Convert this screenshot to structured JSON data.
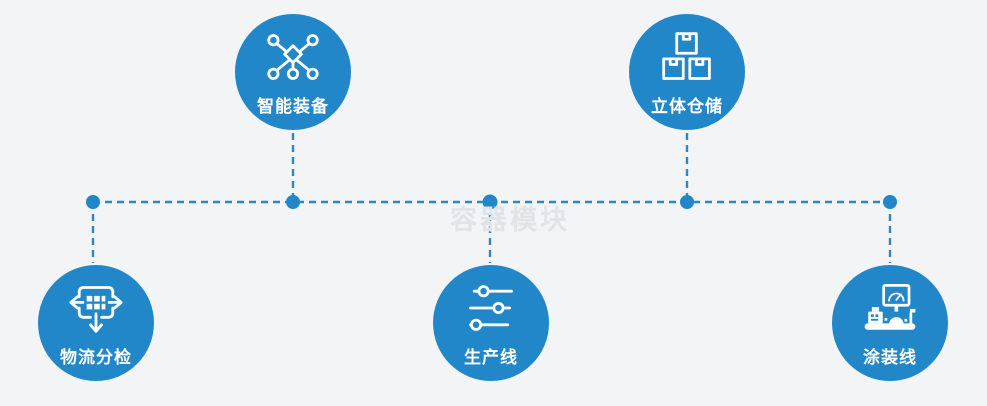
{
  "diagram": {
    "watermark": "容器模块",
    "accent_color": "#2287c8",
    "background_color": "#f2f4f5",
    "connector_style": "dashed",
    "nodes": [
      {
        "label": "智能装备",
        "icon": "network-nodes-icon"
      },
      {
        "label": "立体仓储",
        "icon": "stacked-boxes-icon"
      },
      {
        "label": "物流分检",
        "icon": "sorting-dispatch-icon"
      },
      {
        "label": "生产线",
        "icon": "sliders-icon"
      },
      {
        "label": "涂装线",
        "icon": "control-console-icon"
      }
    ]
  }
}
